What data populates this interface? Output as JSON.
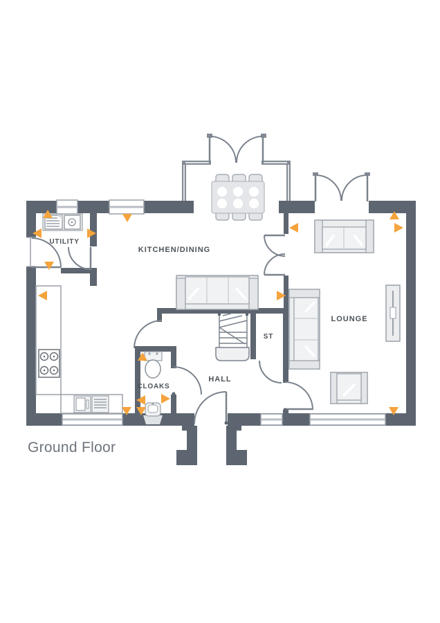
{
  "title": "Ground Floor",
  "floor_plan": {
    "rooms": {
      "utility": {
        "label": "UTILITY"
      },
      "kitchen_dining": {
        "label": "KITCHEN/DINING"
      },
      "cloaks": {
        "label": "CLOAKS"
      },
      "hall": {
        "label": "HALL"
      },
      "store": {
        "label": "ST"
      },
      "lounge": {
        "label": "LOUNGE"
      }
    },
    "features": {
      "dimension_arrow_color": "#f5a33c",
      "wall_color": "#5d6570",
      "furniture_fill": "#ebedef",
      "furniture_stroke": "#9aa1a8",
      "door_line_color": "#7a828c",
      "label_color": "#4c5257",
      "title_color": "#6e747c"
    }
  }
}
